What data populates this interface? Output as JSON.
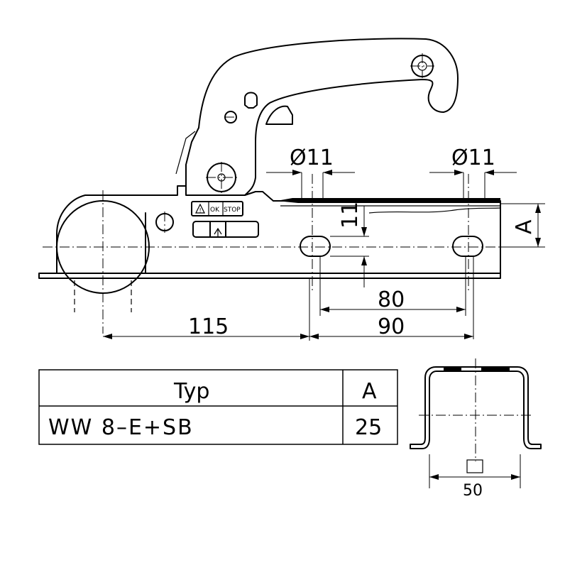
{
  "dimensions": {
    "hole_dia_left": "Ø11",
    "hole_dia_right": "Ø11",
    "slot_height": "11",
    "height_a": "A",
    "hole_spacing": "80",
    "ball_to_hole": "115",
    "hole_span": "90",
    "profile_width": "50"
  },
  "labels": {
    "ok": "OK",
    "stop": "STOP",
    "warning": "!"
  },
  "table": {
    "headers": {
      "type": "Typ",
      "a": "A"
    },
    "row": {
      "type": "WW 8–E+SB",
      "a": "25"
    }
  }
}
